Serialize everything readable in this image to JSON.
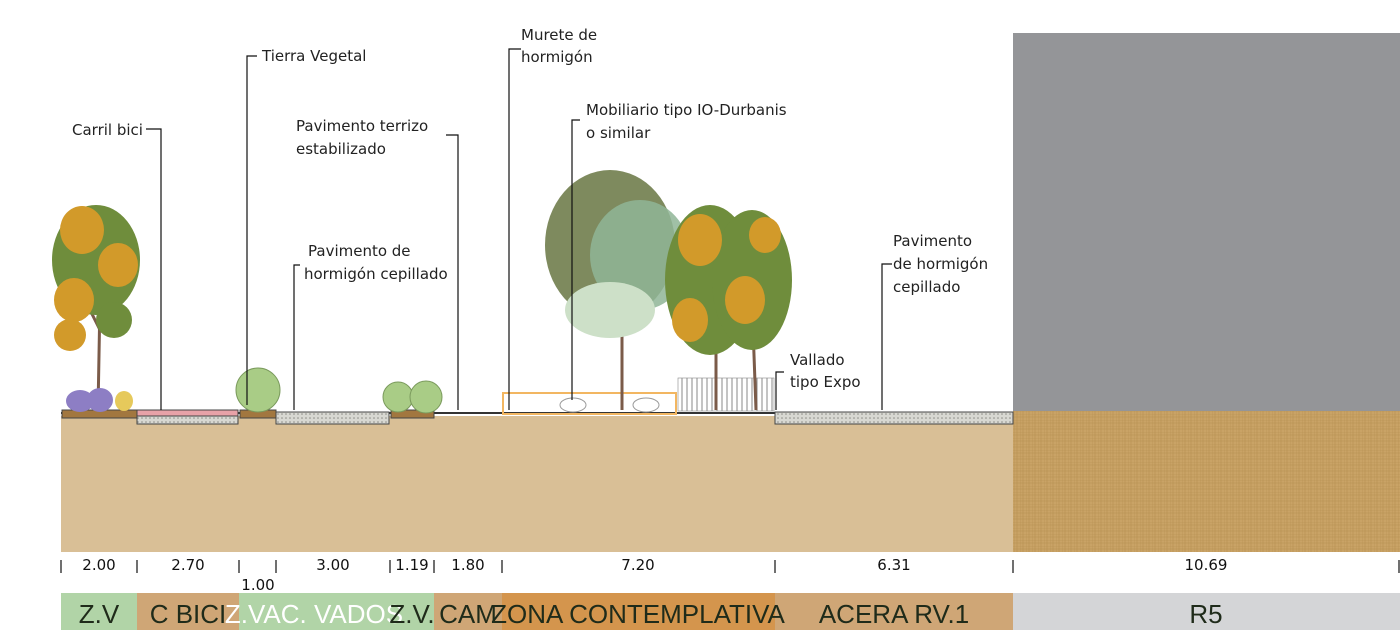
{
  "labels": {
    "carril_bici": "Carril bici",
    "tierra_vegetal": "Tierra Vegetal",
    "terrizo_l1": "Pavimento terrizo",
    "terrizo_l2": "estabilizado",
    "hormigon_cep_l1": "Pavimento de",
    "hormigon_cep_l2": "hormigón cepillado",
    "murete_l1": "Murete de",
    "murete_l2": "hormigón",
    "mobiliario_l1": "Mobiliario tipo IO-Durbanis",
    "mobiliario_l2": "o similar",
    "pav_right_l1": "Pavimento",
    "pav_right_l2": "de hormigón",
    "pav_right_l3": "cepillado",
    "vallado_l1": "Vallado",
    "vallado_l2": "tipo Expo"
  },
  "dimensions": [
    "2.00",
    "2.70",
    "1.00",
    "3.00",
    "1.19",
    "1.80",
    "7.20",
    "6.31",
    "10.69"
  ],
  "zones": [
    "Z.V",
    "C BICI",
    "Z.VAC. VADOS",
    "Z.V.",
    "CAM",
    "ZONA CONTEMPLATIVA",
    "ACERA RV.1",
    "R5"
  ],
  "colors": {
    "soil": "#d9bf96",
    "soil_r5": "#c9a366",
    "building": "#949598",
    "zone_green": "#b1d4a7",
    "zone_tan": "#cfa676",
    "zone_orange": "#d4954d",
    "zone_grey": "#d4d5d7",
    "bike_lane": "#e8a2a8",
    "murete": "#f2b661",
    "foliage_green": "#6f8d3c",
    "foliage_orange": "#d29a2a",
    "trunk": "#7b5b49",
    "shrub": "#a9cc86",
    "lavender": "#8d7ec4"
  }
}
